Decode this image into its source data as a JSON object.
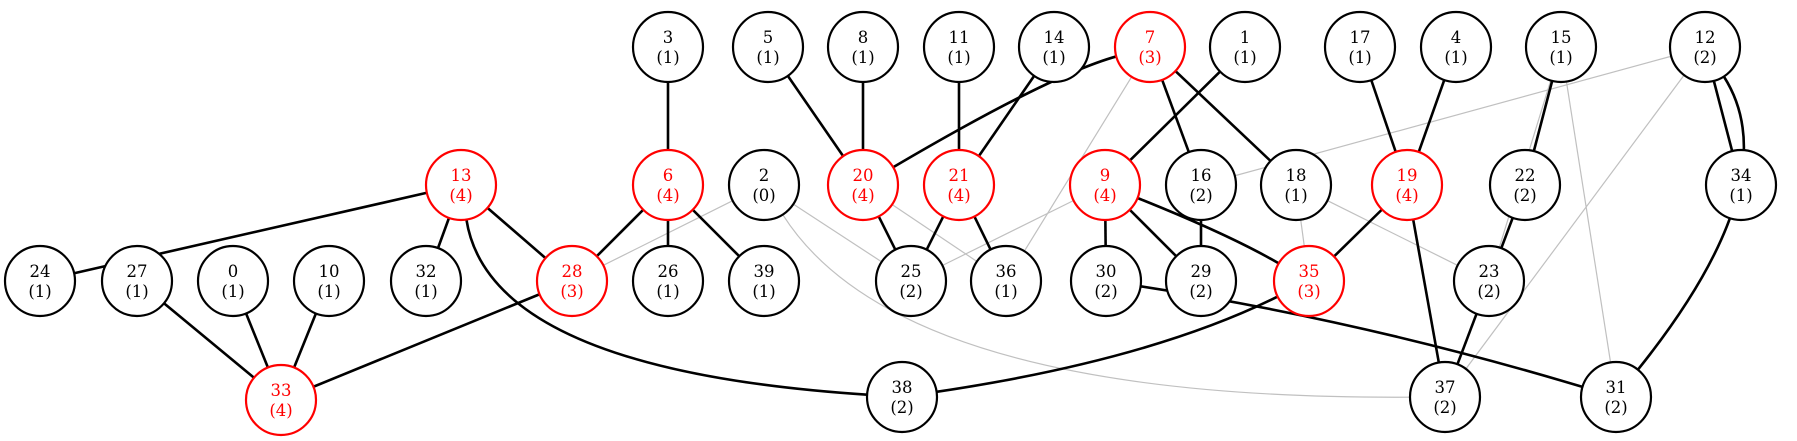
{
  "colors": {
    "highlight": "#ff0000",
    "normal": "#000000",
    "weak_edge": "#c0c0c0"
  },
  "nodes": [
    {
      "id": "0",
      "label": "0",
      "value": "(1)",
      "highlight": false
    },
    {
      "id": "1",
      "label": "1",
      "value": "(1)",
      "highlight": false
    },
    {
      "id": "2",
      "label": "2",
      "value": "(0)",
      "highlight": false
    },
    {
      "id": "3",
      "label": "3",
      "value": "(1)",
      "highlight": false
    },
    {
      "id": "4",
      "label": "4",
      "value": "(1)",
      "highlight": false
    },
    {
      "id": "5",
      "label": "5",
      "value": "(1)",
      "highlight": false
    },
    {
      "id": "6",
      "label": "6",
      "value": "(4)",
      "highlight": true
    },
    {
      "id": "7",
      "label": "7",
      "value": "(3)",
      "highlight": true
    },
    {
      "id": "8",
      "label": "8",
      "value": "(1)",
      "highlight": false
    },
    {
      "id": "9",
      "label": "9",
      "value": "(4)",
      "highlight": true
    },
    {
      "id": "10",
      "label": "10",
      "value": "(1)",
      "highlight": false
    },
    {
      "id": "11",
      "label": "11",
      "value": "(1)",
      "highlight": false
    },
    {
      "id": "12",
      "label": "12",
      "value": "(2)",
      "highlight": false
    },
    {
      "id": "13",
      "label": "13",
      "value": "(4)",
      "highlight": true
    },
    {
      "id": "14",
      "label": "14",
      "value": "(1)",
      "highlight": false
    },
    {
      "id": "15",
      "label": "15",
      "value": "(1)",
      "highlight": false
    },
    {
      "id": "16",
      "label": "16",
      "value": "(2)",
      "highlight": false
    },
    {
      "id": "17",
      "label": "17",
      "value": "(1)",
      "highlight": false
    },
    {
      "id": "18",
      "label": "18",
      "value": "(1)",
      "highlight": false
    },
    {
      "id": "19",
      "label": "19",
      "value": "(4)",
      "highlight": true
    },
    {
      "id": "20",
      "label": "20",
      "value": "(4)",
      "highlight": true
    },
    {
      "id": "21",
      "label": "21",
      "value": "(4)",
      "highlight": true
    },
    {
      "id": "22",
      "label": "22",
      "value": "(2)",
      "highlight": false
    },
    {
      "id": "23",
      "label": "23",
      "value": "(2)",
      "highlight": false
    },
    {
      "id": "24",
      "label": "24",
      "value": "(1)",
      "highlight": false
    },
    {
      "id": "25",
      "label": "25",
      "value": "(2)",
      "highlight": false
    },
    {
      "id": "26",
      "label": "26",
      "value": "(1)",
      "highlight": false
    },
    {
      "id": "27",
      "label": "27",
      "value": "(1)",
      "highlight": false
    },
    {
      "id": "28",
      "label": "28",
      "value": "(3)",
      "highlight": true
    },
    {
      "id": "29",
      "label": "29",
      "value": "(2)",
      "highlight": false
    },
    {
      "id": "30",
      "label": "30",
      "value": "(2)",
      "highlight": false
    },
    {
      "id": "31",
      "label": "31",
      "value": "(2)",
      "highlight": false
    },
    {
      "id": "32",
      "label": "32",
      "value": "(1)",
      "highlight": false
    },
    {
      "id": "33",
      "label": "33",
      "value": "(4)",
      "highlight": true
    },
    {
      "id": "34",
      "label": "34",
      "value": "(1)",
      "highlight": false
    },
    {
      "id": "35",
      "label": "35",
      "value": "(3)",
      "highlight": true
    },
    {
      "id": "36",
      "label": "36",
      "value": "(1)",
      "highlight": false
    },
    {
      "id": "37",
      "label": "37",
      "value": "(2)",
      "highlight": false
    },
    {
      "id": "38",
      "label": "38",
      "value": "(2)",
      "highlight": false
    },
    {
      "id": "39",
      "label": "39",
      "value": "(1)",
      "highlight": false
    }
  ],
  "edges": [
    {
      "from": "3",
      "to": "6",
      "style": "strong"
    },
    {
      "from": "5",
      "to": "20",
      "style": "strong"
    },
    {
      "from": "8",
      "to": "20",
      "style": "strong"
    },
    {
      "from": "11",
      "to": "21",
      "style": "strong"
    },
    {
      "from": "14",
      "to": "21",
      "style": "strong"
    },
    {
      "from": "7",
      "to": "20",
      "style": "strong"
    },
    {
      "from": "7",
      "to": "16",
      "style": "strong"
    },
    {
      "from": "7",
      "to": "18",
      "style": "strong"
    },
    {
      "from": "7",
      "to": "36",
      "style": "weak"
    },
    {
      "from": "1",
      "to": "9",
      "style": "strong"
    },
    {
      "from": "17",
      "to": "19",
      "style": "strong"
    },
    {
      "from": "4",
      "to": "19",
      "style": "strong"
    },
    {
      "from": "15",
      "to": "22",
      "style": "strong"
    },
    {
      "from": "15",
      "to": "23",
      "style": "weak"
    },
    {
      "from": "15",
      "to": "31",
      "style": "weak"
    },
    {
      "from": "12",
      "to": "34",
      "style": "strong"
    },
    {
      "from": "12",
      "to": "31",
      "style": "strong"
    },
    {
      "from": "12",
      "to": "16",
      "style": "weak"
    },
    {
      "from": "12",
      "to": "37",
      "style": "weak"
    },
    {
      "from": "13",
      "to": "24",
      "style": "strong"
    },
    {
      "from": "13",
      "to": "32",
      "style": "strong"
    },
    {
      "from": "13",
      "to": "28",
      "style": "strong"
    },
    {
      "from": "13",
      "to": "38",
      "style": "strong"
    },
    {
      "from": "6",
      "to": "28",
      "style": "strong"
    },
    {
      "from": "6",
      "to": "26",
      "style": "strong"
    },
    {
      "from": "6",
      "to": "39",
      "style": "strong"
    },
    {
      "from": "2",
      "to": "28",
      "style": "weak"
    },
    {
      "from": "2",
      "to": "25",
      "style": "weak"
    },
    {
      "from": "2",
      "to": "37",
      "style": "weak"
    },
    {
      "from": "20",
      "to": "25",
      "style": "strong"
    },
    {
      "from": "20",
      "to": "36",
      "style": "weak"
    },
    {
      "from": "21",
      "to": "25",
      "style": "strong"
    },
    {
      "from": "21",
      "to": "36",
      "style": "strong"
    },
    {
      "from": "9",
      "to": "30",
      "style": "strong"
    },
    {
      "from": "9",
      "to": "29",
      "style": "strong"
    },
    {
      "from": "9",
      "to": "35",
      "style": "strong"
    },
    {
      "from": "9",
      "to": "25",
      "style": "weak"
    },
    {
      "from": "16",
      "to": "29",
      "style": "strong"
    },
    {
      "from": "18",
      "to": "35",
      "style": "weak"
    },
    {
      "from": "18",
      "to": "23",
      "style": "weak"
    },
    {
      "from": "19",
      "to": "35",
      "style": "strong"
    },
    {
      "from": "19",
      "to": "37",
      "style": "strong"
    },
    {
      "from": "22",
      "to": "23",
      "style": "strong"
    },
    {
      "from": "23",
      "to": "37",
      "style": "strong"
    },
    {
      "from": "27",
      "to": "33",
      "style": "strong"
    },
    {
      "from": "0",
      "to": "33",
      "style": "strong"
    },
    {
      "from": "10",
      "to": "33",
      "style": "strong"
    },
    {
      "from": "28",
      "to": "33",
      "style": "strong"
    },
    {
      "from": "30",
      "to": "31",
      "style": "strong"
    },
    {
      "from": "35",
      "to": "38",
      "style": "strong"
    }
  ]
}
